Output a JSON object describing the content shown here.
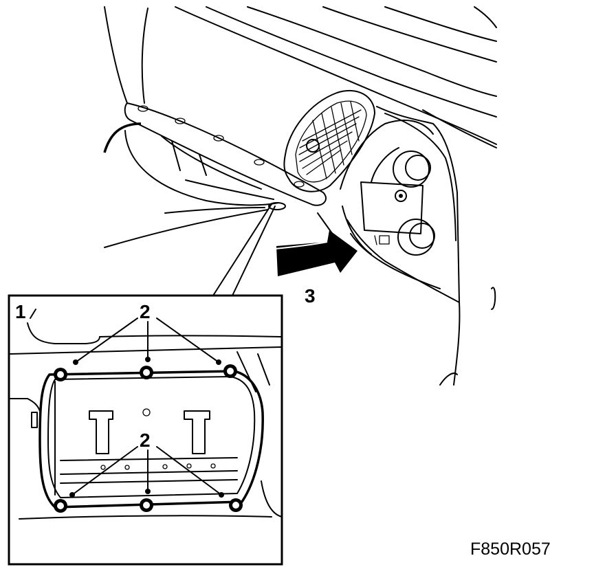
{
  "labels": {
    "part_1": "1",
    "screw_top": "2",
    "screw_bottom": "2",
    "step_3": "3"
  },
  "figure_code": "F850R057"
}
